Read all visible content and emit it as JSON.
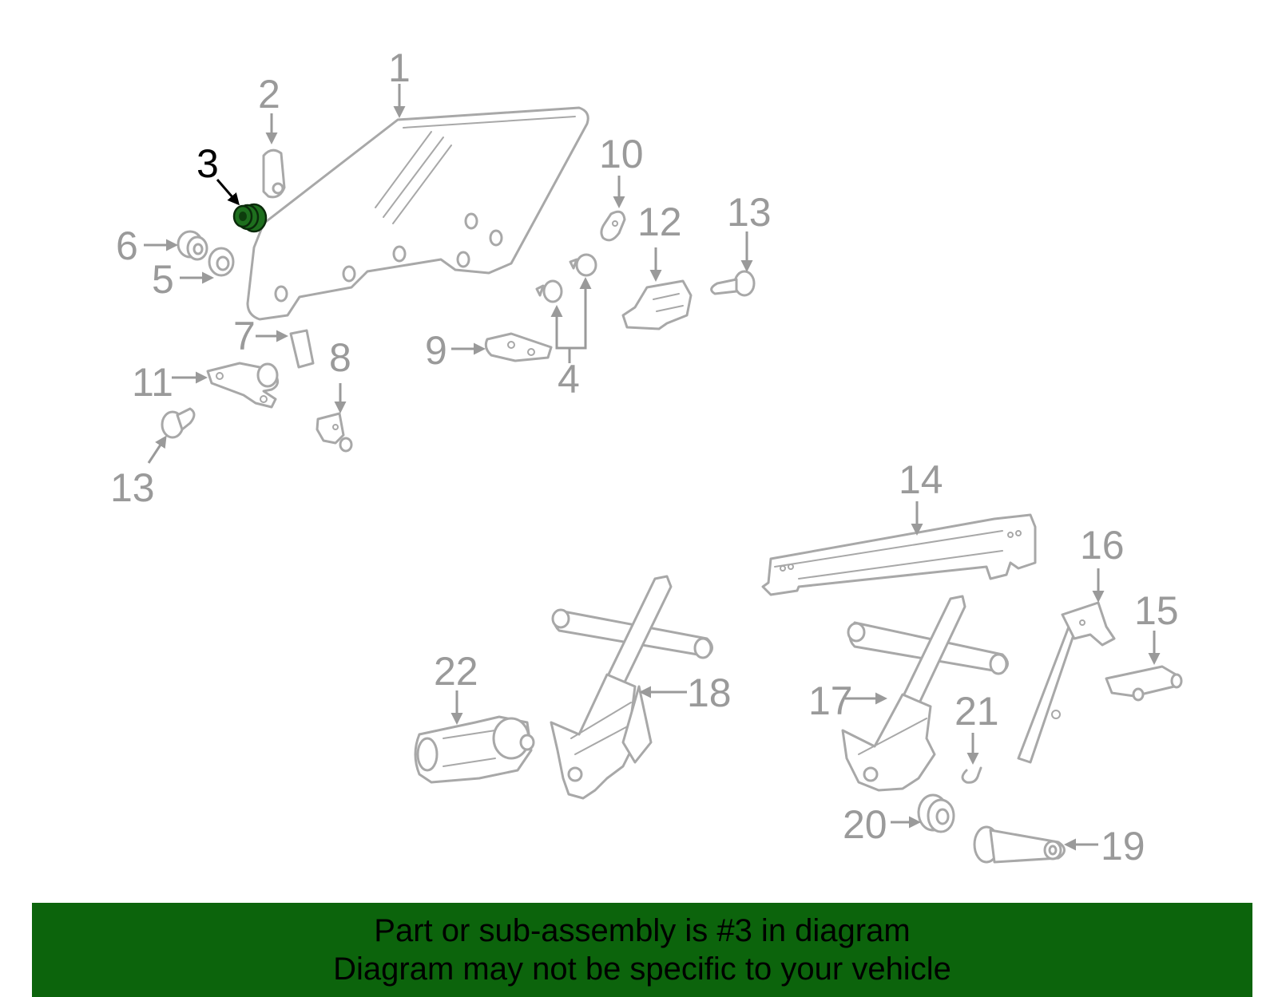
{
  "callouts": {
    "c1": "1",
    "c2": "2",
    "c3": "3",
    "c4": "4",
    "c5": "5",
    "c6": "6",
    "c7": "7",
    "c8": "8",
    "c9": "9",
    "c10": "10",
    "c11": "11",
    "c12": "12",
    "c13a": "13",
    "c13b": "13",
    "c14": "14",
    "c15": "15",
    "c16": "16",
    "c17": "17",
    "c18": "18",
    "c19": "19",
    "c20": "20",
    "c21": "21",
    "c22": "22"
  },
  "highlighted_part": "3",
  "colors": {
    "banner": "#0c640c",
    "highlight": "#1e6f1e",
    "linework": "#a8a8a8"
  },
  "banner": {
    "line1": "Part or sub-assembly is #3 in diagram",
    "line2": "Diagram may not be specific to your vehicle"
  }
}
